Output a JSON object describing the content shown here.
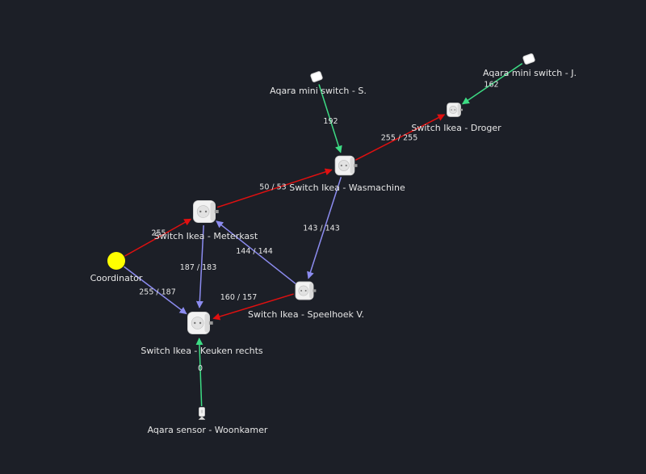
{
  "colors": {
    "background": "#1c1f27",
    "text": "#e6e6e6",
    "coordinator": "#ffff00",
    "edge_red": "#e01010",
    "edge_blue": "#8c8cf0",
    "edge_green": "#3ddc84"
  },
  "nodes": {
    "coordinator": {
      "label": "Coordinator",
      "type": "coordinator"
    },
    "meterkast": {
      "label": "Switch Ikea - Meterkast",
      "type": "plug-icon"
    },
    "wasmachine": {
      "label": "Switch Ikea - Wasmachine",
      "type": "plug-icon"
    },
    "droger": {
      "label": "Switch Ikea - Droger",
      "type": "plug-icon"
    },
    "speelhoek": {
      "label": "Switch Ikea - Speelhoek V.",
      "type": "plug-icon"
    },
    "keuken": {
      "label": "Switch Ikea - Keuken rechts",
      "type": "plug-icon"
    },
    "aqara_s": {
      "label": "Aqara mini switch - S.",
      "type": "mini-switch-icon"
    },
    "aqara_j": {
      "label": "Aqara mini switch - J.",
      "type": "mini-switch-icon"
    },
    "sensor": {
      "label": "Aqara sensor - Woonkamer",
      "type": "sensor-icon"
    }
  },
  "edges": [
    {
      "from": "coordinator",
      "to": "meterkast",
      "label": "255",
      "color": "red"
    },
    {
      "from": "coordinator",
      "to": "keuken",
      "label": "255 / 187",
      "color": "blue"
    },
    {
      "from": "meterkast",
      "to": "wasmachine",
      "label": "50 / 53",
      "color": "red"
    },
    {
      "from": "meterkast",
      "to": "keuken",
      "label": "187 / 183",
      "color": "blue"
    },
    {
      "from": "speelhoek",
      "to": "meterkast",
      "label": "144 / 144",
      "color": "blue"
    },
    {
      "from": "wasmachine",
      "to": "speelhoek",
      "label": "143 / 143",
      "color": "blue"
    },
    {
      "from": "wasmachine",
      "to": "droger",
      "label": "255 / 255",
      "color": "red"
    },
    {
      "from": "aqara_s",
      "to": "wasmachine",
      "label": "192",
      "color": "green"
    },
    {
      "from": "aqara_j",
      "to": "droger",
      "label": "162",
      "color": "green"
    },
    {
      "from": "speelhoek",
      "to": "keuken",
      "label": "160 / 157",
      "color": "red"
    },
    {
      "from": "sensor",
      "to": "keuken",
      "label": "0",
      "color": "green"
    }
  ]
}
